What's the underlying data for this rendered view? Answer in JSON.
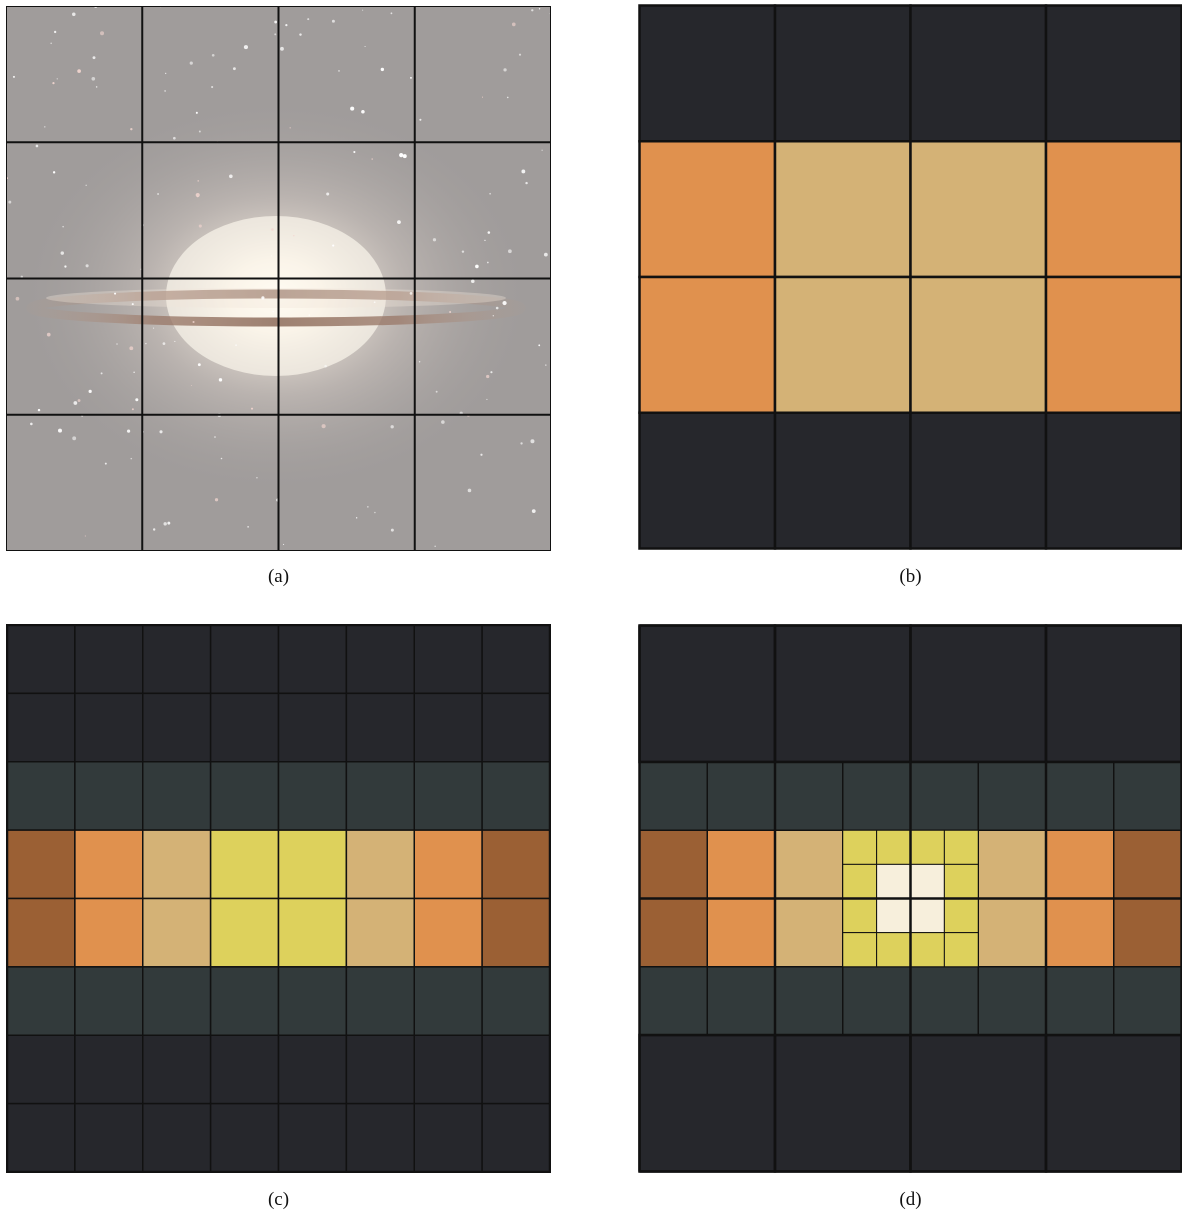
{
  "colors": {
    "dark": "#26272c",
    "slate": "#323a3b",
    "brown": "#9b6034",
    "orange": "#e0914e",
    "tan": "#d4b276",
    "yellow": "#ddd15c",
    "cream": "#f7efdc",
    "grid": "#111111",
    "galaxy_bg": "#a09c9b"
  },
  "panels": [
    {
      "id": "a",
      "caption": "(a)",
      "kind": "image",
      "description_icon": "galaxy-image",
      "grid": 4
    },
    {
      "id": "b",
      "caption": "(b)",
      "kind": "level-map",
      "grid": 4,
      "cells": [
        [
          "dark",
          "dark",
          "dark",
          "dark"
        ],
        [
          "orange",
          "tan",
          "tan",
          "orange"
        ],
        [
          "orange",
          "tan",
          "tan",
          "orange"
        ],
        [
          "dark",
          "dark",
          "dark",
          "dark"
        ]
      ]
    },
    {
      "id": "c",
      "caption": "(c)",
      "kind": "level-map",
      "grid": 8,
      "cells": [
        [
          "dark",
          "dark",
          "dark",
          "dark",
          "dark",
          "dark",
          "dark",
          "dark"
        ],
        [
          "dark",
          "dark",
          "dark",
          "dark",
          "dark",
          "dark",
          "dark",
          "dark"
        ],
        [
          "slate",
          "slate",
          "slate",
          "slate",
          "slate",
          "slate",
          "slate",
          "slate"
        ],
        [
          "brown",
          "orange",
          "tan",
          "yellow",
          "yellow",
          "tan",
          "orange",
          "brown"
        ],
        [
          "brown",
          "orange",
          "tan",
          "yellow",
          "yellow",
          "tan",
          "orange",
          "brown"
        ],
        [
          "slate",
          "slate",
          "slate",
          "slate",
          "slate",
          "slate",
          "slate",
          "slate"
        ],
        [
          "dark",
          "dark",
          "dark",
          "dark",
          "dark",
          "dark",
          "dark",
          "dark"
        ],
        [
          "dark",
          "dark",
          "dark",
          "dark",
          "dark",
          "dark",
          "dark",
          "dark"
        ]
      ]
    },
    {
      "id": "d",
      "caption": "(d)",
      "kind": "adaptive-map",
      "coarse": [
        [
          "dark",
          "dark",
          "dark",
          "dark"
        ],
        [
          null,
          null,
          null,
          null
        ],
        [
          null,
          null,
          null,
          null
        ],
        [
          "dark",
          "dark",
          "dark",
          "dark"
        ]
      ],
      "mid": [
        [
          "slate",
          "slate",
          "slate",
          "slate",
          "slate",
          "slate",
          "slate",
          "slate"
        ],
        [
          "brown",
          "orange",
          "tan",
          null,
          null,
          "tan",
          "orange",
          "brown"
        ],
        [
          "brown",
          "orange",
          "tan",
          null,
          null,
          "tan",
          "orange",
          "brown"
        ],
        [
          "slate",
          "slate",
          "slate",
          "slate",
          "slate",
          "slate",
          "slate",
          "slate"
        ]
      ],
      "fine": [
        [
          "yellow",
          "yellow",
          "yellow",
          "yellow"
        ],
        [
          "yellow",
          "cream",
          "cream",
          "yellow"
        ],
        [
          "yellow",
          "cream",
          "cream",
          "yellow"
        ],
        [
          "yellow",
          "yellow",
          "yellow",
          "yellow"
        ]
      ]
    }
  ]
}
